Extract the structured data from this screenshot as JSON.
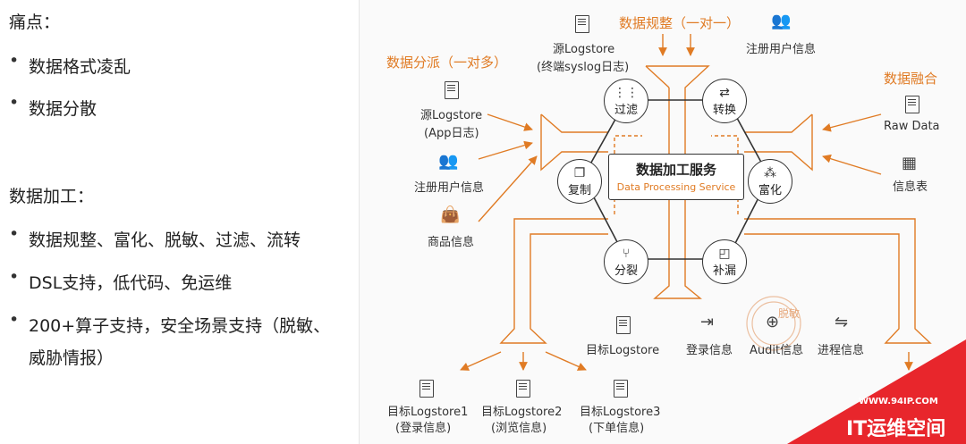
{
  "left": {
    "pain_title": "痛点：",
    "pain_items": [
      "数据格式凌乱",
      "数据分散"
    ],
    "proc_title": "数据加工：",
    "proc_items": [
      "数据规整、富化、脱敏、过滤、流转",
      "DSL支持，低代码、免运维",
      "200+算子支持，安全场景支持（脱敏、威胁情报）"
    ]
  },
  "diagram": {
    "center_cn": "数据加工服务",
    "center_en": "Data Processing Service",
    "top_label": "数据规整（一对一）",
    "left_label": "数据分派（一对多）",
    "right_label": "数据融合",
    "nodes": {
      "filter": "过滤",
      "transform": "转换",
      "copy": "复制",
      "enrich": "富化",
      "split": "分裂",
      "fill": "补漏"
    },
    "inputs": {
      "top_src_1": "源Logstore",
      "top_src_2": "(终端syslog日志)",
      "top_users": "注册用户信息",
      "left_src_1": "源Logstore",
      "left_src_2": "(App日志)",
      "left_users": "注册用户信息",
      "left_goods": "商品信息",
      "right_raw": "Raw Data",
      "right_table": "信息表"
    },
    "outputs": {
      "target": "目标Logstore",
      "login": "登录信息",
      "audit": "Audit信息",
      "process": "进程信息",
      "t1_1": "目标Logstore1",
      "t1_2": "(登录信息)",
      "t2_1": "目标Logstore2",
      "t2_2": "(浏览信息)",
      "t3_1": "目标Logstore3",
      "t3_2": "(下单信息)"
    },
    "stamp_text": "脱敏",
    "watermark_url": "WWW.94IP.COM",
    "watermark_brand": "IT运维空间"
  },
  "colors": {
    "accent": "#e07b24",
    "line": "#333333",
    "watermark": "#e8262c"
  }
}
